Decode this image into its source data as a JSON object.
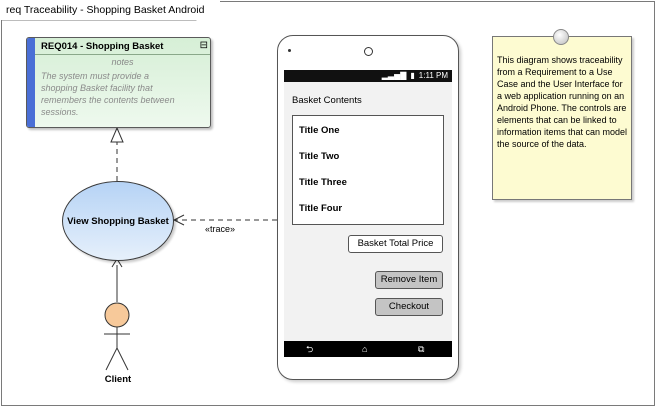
{
  "diagram": {
    "frame_title": "req Traceability - Shopping Basket Android"
  },
  "requirement": {
    "title": "REQ014 - Shopping Basket",
    "section_label": "notes",
    "description_lines": [
      "The system must provide a",
      "shopping Basket facility that",
      "remembers the contents between",
      "sessions."
    ]
  },
  "use_case": {
    "label": "View Shopping Basket"
  },
  "actor": {
    "label": "Client"
  },
  "connector": {
    "trace_label": "«trace»"
  },
  "phone": {
    "status_time": "1:11 PM",
    "heading": "Basket Contents",
    "items": [
      "Title One",
      "Title Two",
      "Title Three",
      "Title Four"
    ],
    "total_button": "Basket Total Price",
    "remove_button": "Remove Item",
    "checkout_button": "Checkout"
  },
  "note": {
    "text": "This diagram shows traceability from a Requirement to a Use Case and the User Interface for a web application running on an Android Phone. The controls are elements that can be linked to information items that can model the source of the data."
  },
  "colors": {
    "requirement_fill": "#d6efd6",
    "requirement_bar": "#4a6fd6",
    "use_case_fill": "#b6d3f5",
    "note_fill": "#fdfbd1",
    "actor_head": "#f7c99a",
    "button_grey": "#c4c4c4"
  }
}
